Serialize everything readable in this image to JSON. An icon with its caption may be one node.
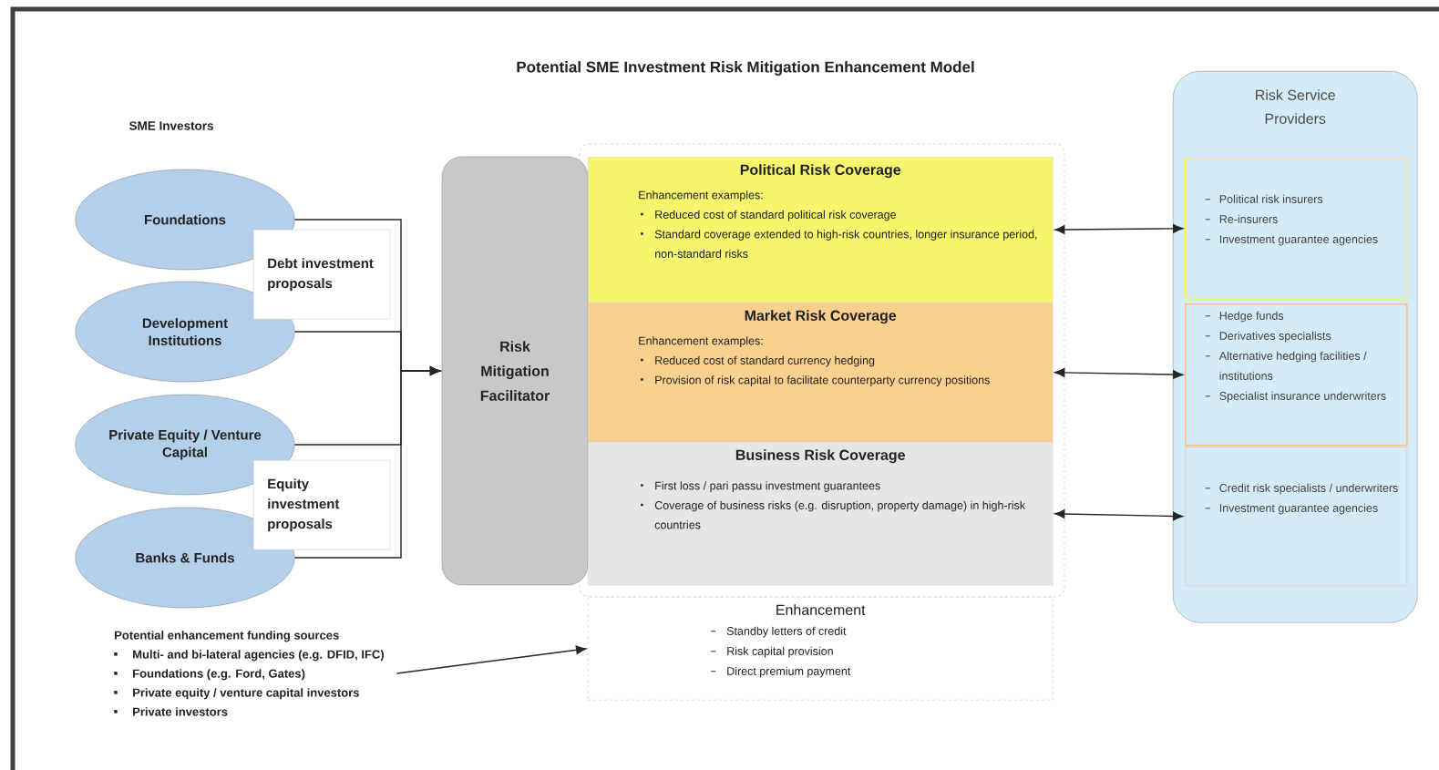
{
  "diagram": {
    "title": "Potential SME Investment Risk Mitigation Enhancement Model",
    "nodes": [
      {
        "text": [
          "Foundations"
        ]
      },
      {
        "text": [
          "Development Institutions"
        ]
      },
      {
        "text": [
          "Private Equity / Venture Capital"
        ]
      },
      {
        "text": [
          "Banks & Funds"
        ]
      },
      {
        "text": [
          "Debt investment proposals"
        ]
      },
      {
        "text": [
          "Equity investment proposals"
        ]
      },
      {
        "text": [
          "Risk Mitigation Facilitator"
        ]
      },
      {
        "text": [
          "Political Risk Coverage",
          "Enhancement examples:",
          "Reduced cost of standard political risk coverage",
          "Standard coverage extended to high-risk countries, longer insurance period, non-standard risks"
        ]
      },
      {
        "text": [
          "Market Risk Coverage",
          "Enhancement examples:",
          "Reduced cost of standard currency hedging",
          "Provision of risk capital to facilitate counterparty currency positions"
        ]
      },
      {
        "text": [
          "Business Risk Coverage",
          "First loss / pari passu investment guarantees",
          "Coverage of business risks (e.g. disruption, property damage) in high-risk countries"
        ]
      },
      {
        "text": [
          "Enhancement",
          "Standby letters of credit",
          "Risk capital provision",
          "Direct premium payment"
        ]
      },
      {
        "text": [
          "Risk Service Providers"
        ]
      },
      {
        "text": [
          "Political risk insurers",
          "Re-insurers",
          "Investment guarantee agencies"
        ],
        "in": 11
      },
      {
        "text": [
          "Hedge funds",
          "Derivatives specialists",
          "Alternative hedging facilities / institutions",
          "Specialist insurance underwriters"
        ],
        "in": 11
      },
      {
        "text": [
          "Credit risk specialists / underwriters",
          "Investment guarantee agencies"
        ],
        "in": 11
      },
      {
        "text": [
          "Potential enhancement funding sources",
          "Multi- and bi-lateral agencies (e.g. DFID, IFC)",
          "Foundations (e.g. Ford, Gates)",
          "Private equity / venture capital investors",
          "Private investors"
        ]
      }
    ],
    "edges": [
      {
        "from": 0,
        "to": 6,
        "arrow": "to"
      },
      {
        "from": 1,
        "to": 6,
        "arrow": "to"
      },
      {
        "from": 2,
        "to": 6,
        "arrow": "to"
      },
      {
        "from": 3,
        "to": 6,
        "arrow": "to"
      },
      {
        "from": 7,
        "to": 12,
        "arrow": "both"
      },
      {
        "from": 8,
        "to": 13,
        "arrow": "both"
      },
      {
        "from": 9,
        "to": 14,
        "arrow": "both"
      },
      {
        "from": 15,
        "to": 10,
        "arrow": "to"
      }
    ],
    "labels": [
      "SME Investors"
    ]
  }
}
